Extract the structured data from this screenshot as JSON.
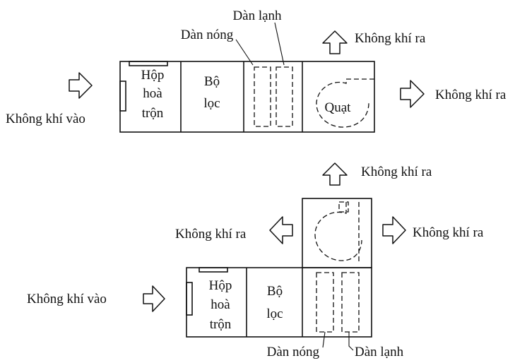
{
  "unit_horizontal": {
    "mixing_box_lines": [
      "Hộp",
      "hoà",
      "trộn"
    ],
    "filter_lines": [
      "Bộ",
      "lọc"
    ],
    "fan_label": "Quạt",
    "hot_coil_label": "Dàn nóng",
    "cold_coil_label": "Dàn lạnh",
    "air_in_label": "Không khí vào",
    "air_out_top_label": "Không khí ra",
    "air_out_right_label": "Không khí ra"
  },
  "unit_vertical": {
    "mixing_box_lines": [
      "Hộp",
      "hoà",
      "trộn"
    ],
    "filter_lines": [
      "Bộ",
      "lọc"
    ],
    "hot_coil_label": "Dàn nóng",
    "cold_coil_label": "Dàn lạnh",
    "air_in_label": "Không khí vào",
    "air_out_top_label": "Không khí ra",
    "air_out_left_label": "Không khí ra",
    "air_out_right_label": "Không khí ra"
  }
}
